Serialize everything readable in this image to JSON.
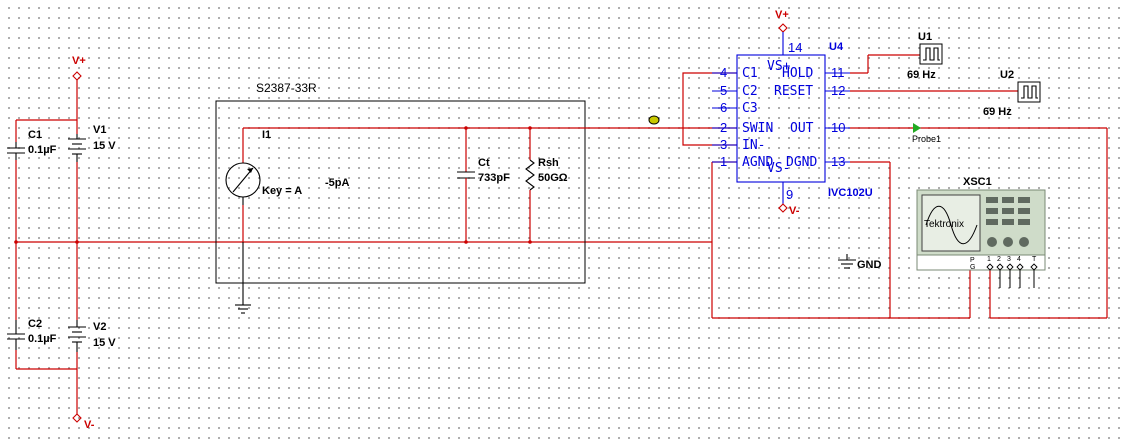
{
  "rails": {
    "vplus": "V+",
    "vminus": "V-"
  },
  "caps": {
    "c1": {
      "name": "C1",
      "value": "0.1µF"
    },
    "c2": {
      "name": "C2",
      "value": "0.1µF"
    },
    "ct": {
      "name": "Ct",
      "value": "733pF"
    }
  },
  "sources": {
    "v1": {
      "name": "V1",
      "value": "15 V"
    },
    "v2": {
      "name": "V2",
      "value": "15 V"
    },
    "i1": {
      "name": "I1",
      "key": "Key = A",
      "value": "-5pA"
    }
  },
  "resistor": {
    "name": "Rsh",
    "value": "50GΩ"
  },
  "sensor_block": {
    "title": "S2387-33R"
  },
  "ic": {
    "ref": "U4",
    "part": "IVC102U",
    "vs_plus": "VS+",
    "vs_minus": "VS-",
    "top_pin": "14",
    "bottom_pin": "9",
    "left_pins": [
      {
        "num": "4",
        "name": "C1"
      },
      {
        "num": "5",
        "name": "C2"
      },
      {
        "num": "6",
        "name": "C3"
      },
      {
        "num": "2",
        "name": "SWIN"
      },
      {
        "num": "3",
        "name": "IN-"
      },
      {
        "num": "1",
        "name": "AGND"
      }
    ],
    "right_pins": [
      {
        "num": "11",
        "name": "HOLD"
      },
      {
        "num": "12",
        "name": "RESET"
      },
      {
        "num": "10",
        "name": "OUT"
      },
      {
        "num": "13",
        "name": "DGND"
      }
    ]
  },
  "clocks": {
    "u1": {
      "name": "U1",
      "freq": "69 Hz"
    },
    "u2": {
      "name": "U2",
      "freq": "69 Hz"
    }
  },
  "probe": {
    "name": "Probe1"
  },
  "ground": {
    "label": "GND"
  },
  "scope": {
    "name": "XSC1",
    "brand": "Tektronix",
    "pins": [
      "P",
      "G",
      "1",
      "2",
      "3",
      "4",
      "T"
    ]
  }
}
